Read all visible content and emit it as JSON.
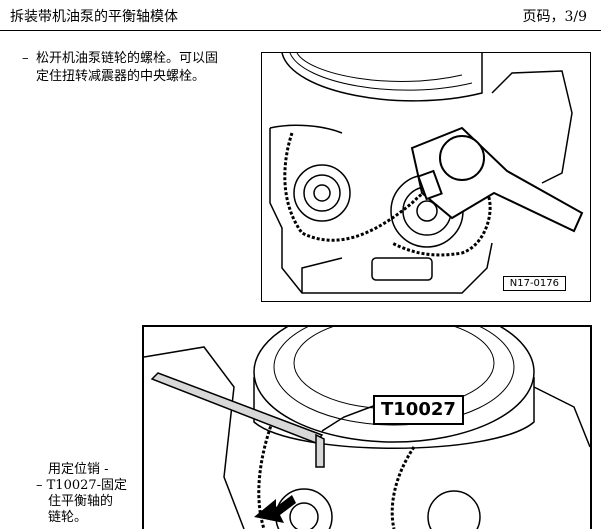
{
  "header": {
    "title": "拆装带机油泵的平衡轴模体",
    "page": "页码，3/9"
  },
  "step1": {
    "dash": "–",
    "line1": "松开机油泵链轮的螺栓。可以固",
    "line2": "定住扭转减震器的中央螺栓。"
  },
  "figure1": {
    "label": "N17-0176"
  },
  "figure2": {
    "tool_label": "T10027"
  },
  "note": {
    "line1": "用定位销 -",
    "line2": "– T10027-固定",
    "line3": "住平衡轴的",
    "line4": "链轮。"
  }
}
